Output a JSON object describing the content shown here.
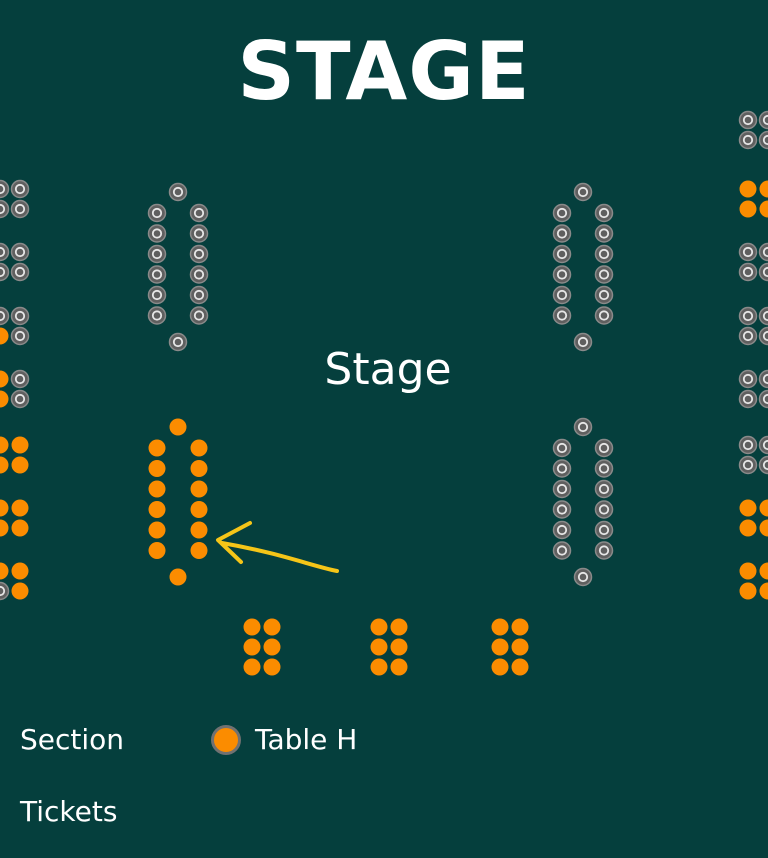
{
  "header": {
    "title": "STAGE"
  },
  "map": {
    "stage_label": "Stage"
  },
  "legend": {
    "section_label": "Section",
    "table_label": "Table H",
    "tickets_label": "Tickets"
  },
  "colors": {
    "background": "#053f3d",
    "available_seat": "#fb8c00",
    "unavailable_seat": "#5f5f5f",
    "arrow": "#f5c518"
  },
  "icons": {
    "unavailable": "dot-circle-icon",
    "available": "filled-circle-icon",
    "pointer": "hand-drawn-arrow-icon"
  }
}
